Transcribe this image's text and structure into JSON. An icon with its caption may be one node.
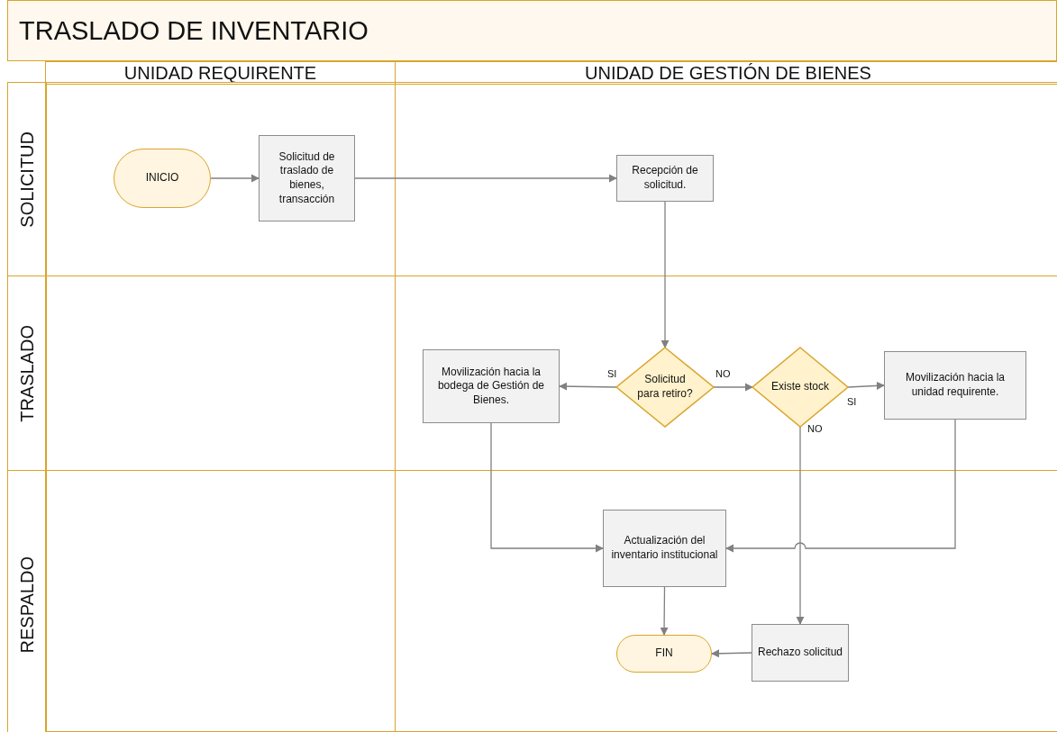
{
  "diagram": {
    "title": "TRASLADO DE INVENTARIO",
    "nodes": [
      {
        "text": [
          "INICIO"
        ]
      },
      {
        "text": [
          "Solicitud de traslado de bienes, transacción"
        ]
      },
      {
        "text": [
          "Recepción de solicitud."
        ]
      },
      {
        "text": [
          "Solicitud para retiro?"
        ]
      },
      {
        "text": [
          "Movilización hacia la bodega de Gestión de Bienes."
        ]
      },
      {
        "text": [
          "Existe stock"
        ]
      },
      {
        "text": [
          "Movilización hacia la unidad requirente."
        ]
      },
      {
        "text": [
          "Actualización del inventario institucional"
        ]
      },
      {
        "text": [
          "Rechazo solicitud"
        ]
      },
      {
        "text": [
          "FIN"
        ]
      }
    ],
    "edges": [
      {
        "from": 0,
        "to": 1,
        "arrow": "to"
      },
      {
        "from": 1,
        "to": 2,
        "arrow": "to"
      },
      {
        "from": 2,
        "to": 3,
        "arrow": "to"
      },
      {
        "from": 3,
        "to": 4,
        "arrow": "to",
        "label": "SI"
      },
      {
        "from": 3,
        "to": 5,
        "arrow": "to",
        "label": "NO"
      },
      {
        "from": 5,
        "to": 6,
        "arrow": "to",
        "label": "SI"
      },
      {
        "from": 5,
        "to": 8,
        "arrow": "to",
        "label": "NO"
      },
      {
        "from": 4,
        "to": 7,
        "arrow": "to"
      },
      {
        "from": 6,
        "to": 7,
        "arrow": "to"
      },
      {
        "from": 7,
        "to": 9,
        "arrow": "to"
      },
      {
        "from": 8,
        "to": 9,
        "arrow": "to"
      }
    ],
    "labels": [
      "UNIDAD REQUIRENTE",
      "UNIDAD DE GESTIÓN DE BIENES",
      "SOLICITUD",
      "TRASLADO",
      "RESPALDO"
    ]
  }
}
